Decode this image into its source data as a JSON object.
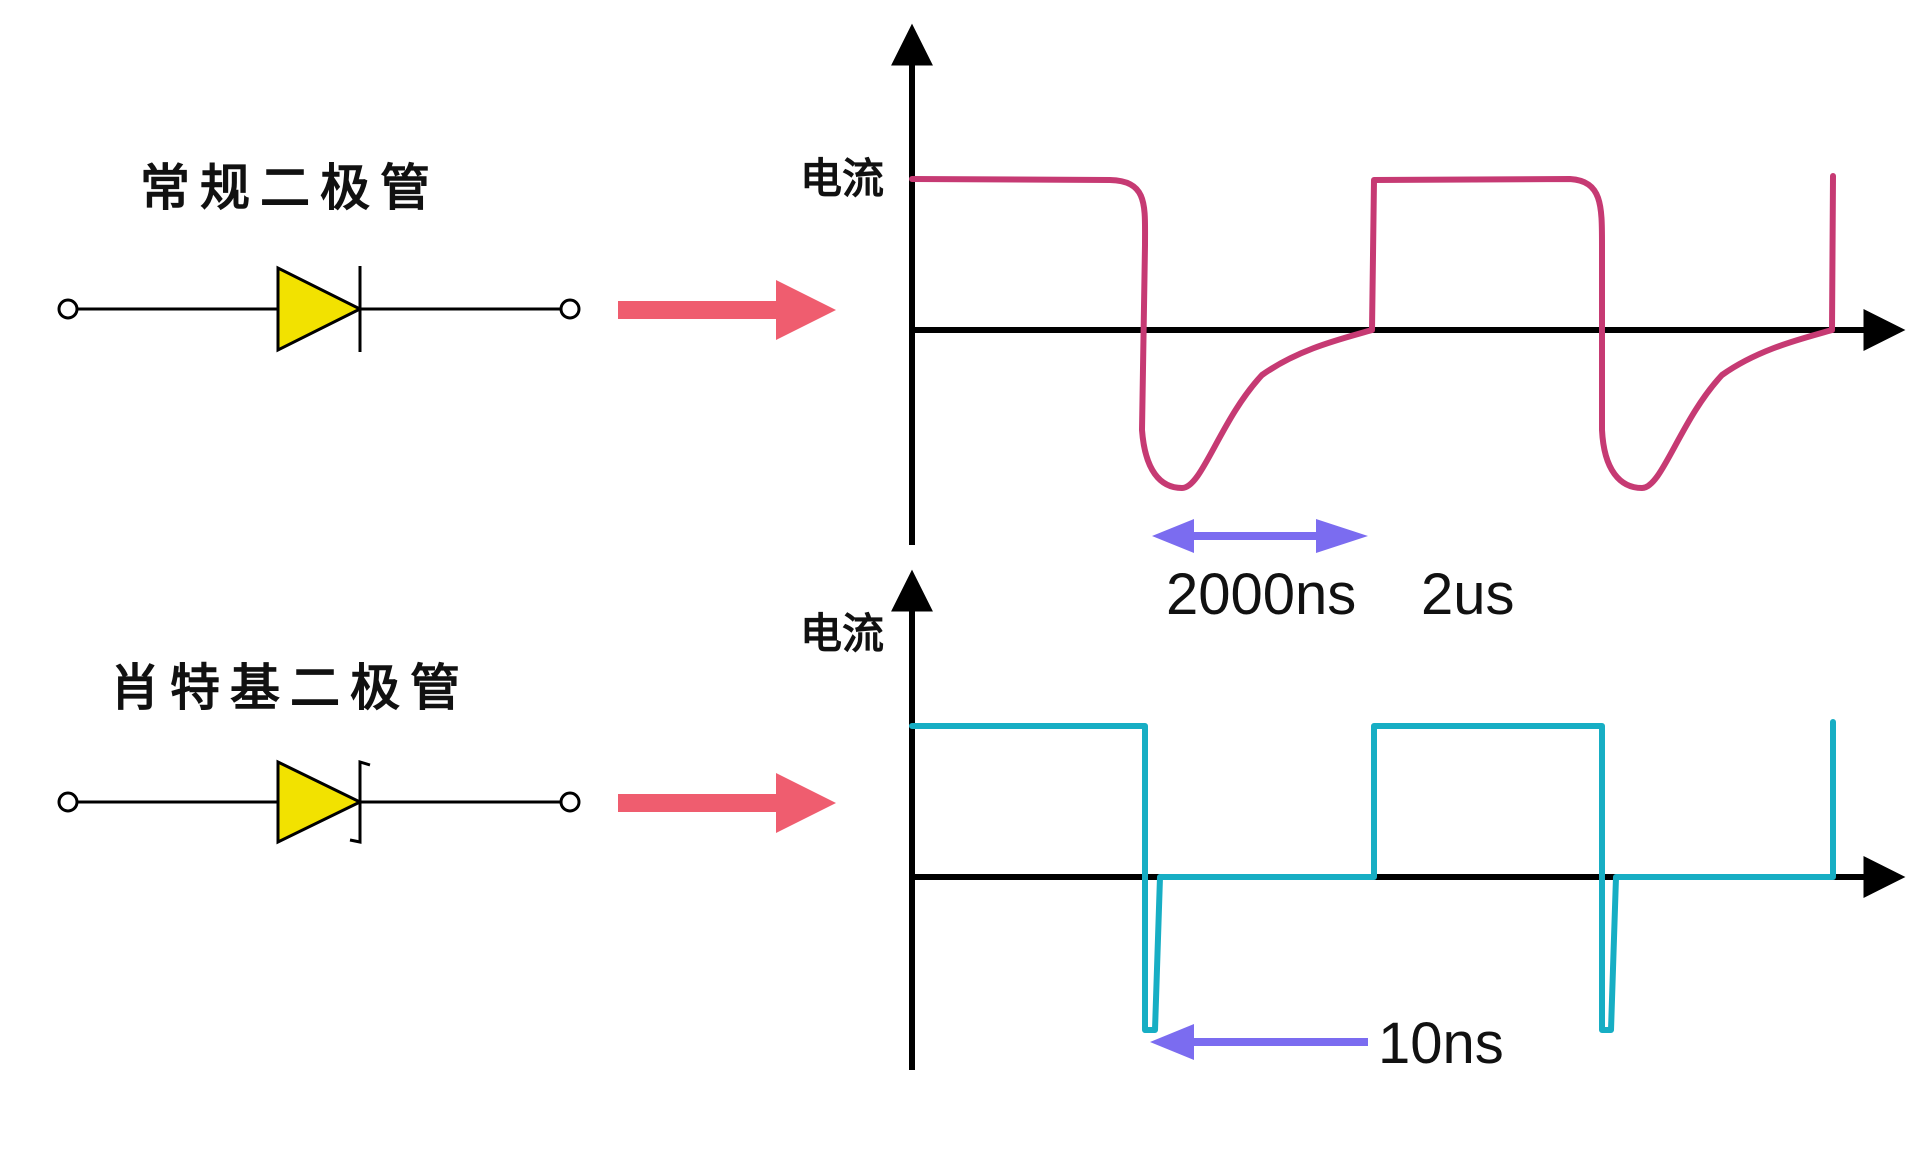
{
  "panels": {
    "top": {
      "diode_title": "常规二极管",
      "axis_label": "电流",
      "annotations": [
        "2000ns",
        "2us"
      ]
    },
    "bottom": {
      "diode_title": "肖特基二极管",
      "axis_label": "电流",
      "annotations": [
        "10ns"
      ]
    }
  },
  "colors": {
    "regular_waveform": "#c63a73",
    "schottky_waveform": "#17aec4",
    "arrow": "#ef5d6f",
    "duration_arrow": "#7b6cf0",
    "diode_fill": "#f2e200"
  },
  "icons": [
    "diode-symbol",
    "schottky-diode-symbol",
    "right-arrow-icon",
    "double-headed-arrow-icon",
    "left-arrow-icon"
  ]
}
